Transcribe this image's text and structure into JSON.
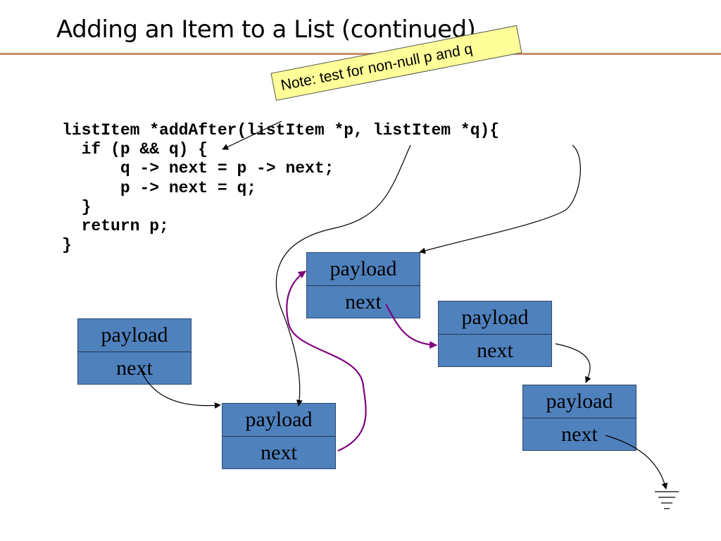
{
  "slide": {
    "title": "Adding an Item to a List (continued)"
  },
  "note": {
    "text": "Note: test for non-null p and q"
  },
  "code": {
    "lines": [
      "listItem *addAfter(listItem *p, listItem *q){",
      "  if (p && q) {",
      "      q -> next = p -> next;",
      "      p -> next = q;",
      "  }",
      "  return p;",
      "}"
    ]
  },
  "nodes": [
    {
      "payload": "payload",
      "next": "next"
    },
    {
      "payload": "payload",
      "next": "next"
    },
    {
      "payload": "payload",
      "next": "next"
    },
    {
      "payload": "payload",
      "next": "next"
    },
    {
      "payload": "payload",
      "next": "next"
    }
  ],
  "colors": {
    "node_fill": "#4f81bd",
    "note_fill": "#ffff99",
    "title_rule": "#c8906a",
    "new_link": "#800080",
    "link": "#000000"
  }
}
